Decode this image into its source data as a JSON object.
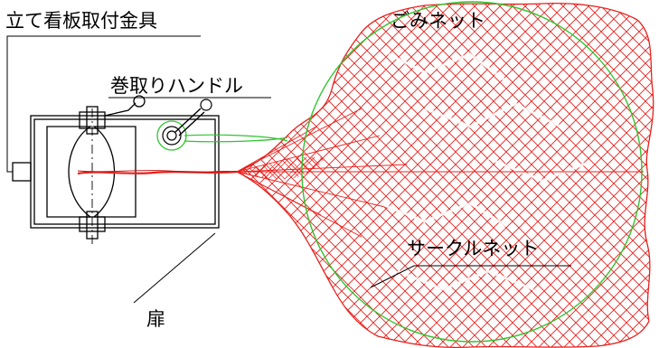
{
  "labels": {
    "bracket": "立て看板取付金具",
    "handle": "巻取りハンドル",
    "trash_net": "ごみネット",
    "circle_net": "サークルネット",
    "door": "扉"
  },
  "colors": {
    "line": "#000000",
    "net": "#e8201c",
    "circle": "#2fc42f",
    "background": "#ffffff"
  }
}
